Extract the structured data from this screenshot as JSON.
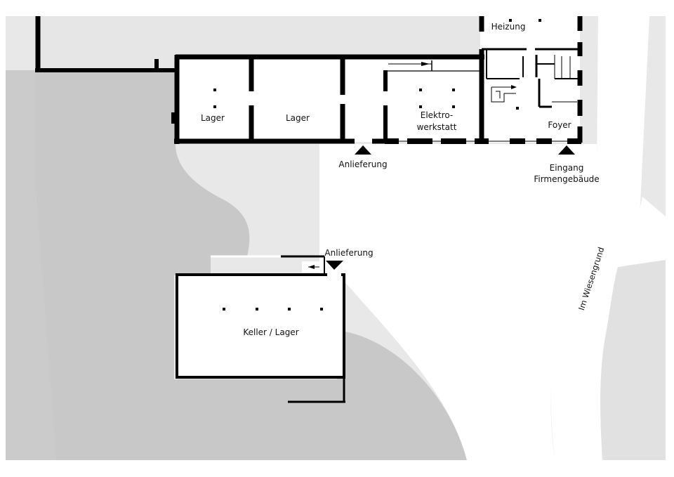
{
  "rooms": {
    "lager_1": "Lager",
    "lager_2": "Lager",
    "elektrowerkstatt_line1": "Elektro-",
    "elektrowerkstatt_line2": "werkstatt",
    "heizung": "Heizung",
    "foyer": "Foyer",
    "keller_lager": "Keller / Lager"
  },
  "annotations": {
    "anlieferung_north": "Anlieferung",
    "anlieferung_south": "Anlieferung",
    "eingang_line1": "Eingang",
    "eingang_line2": "Firmengebäude"
  },
  "street": {
    "name": "Im Wiesengrund"
  },
  "colors": {
    "ground_light": "#e6e6e6",
    "ground_dark": "#c8c8c8",
    "road": "#ffffff",
    "wall": "#000000",
    "room_fill": "#ffffff"
  }
}
